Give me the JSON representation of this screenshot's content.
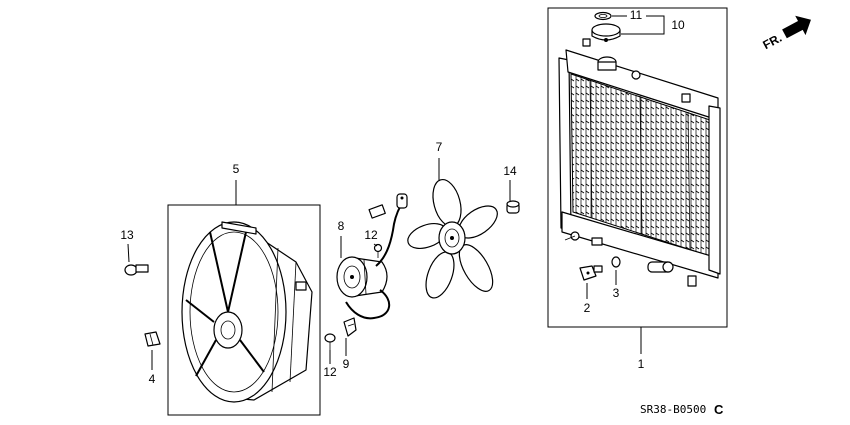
{
  "diagram": {
    "callouts": {
      "c1": "1",
      "c2": "2",
      "c3": "3",
      "c4": "4",
      "c5": "5",
      "c7": "7",
      "c8": "8",
      "c9": "9",
      "c10": "10",
      "c11": "11",
      "c12a": "12",
      "c12b": "12",
      "c13": "13",
      "c14": "14"
    },
    "direction_label": "FR.",
    "code": "SR38-B0500",
    "code_suffix": "C"
  }
}
